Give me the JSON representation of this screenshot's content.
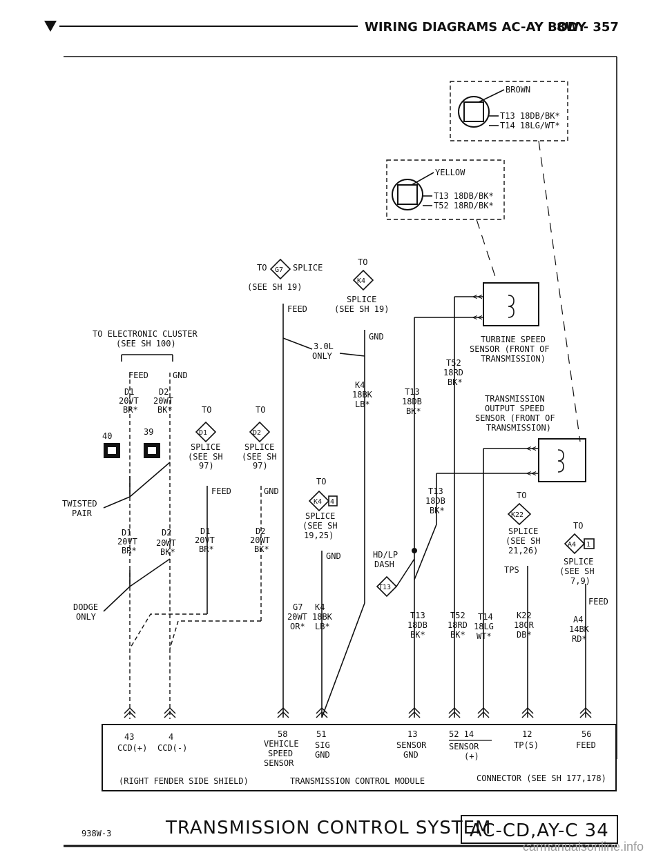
{
  "header": {
    "title": "WIRING DIAGRAMS AC-AY BODY",
    "page": "8W - 357"
  },
  "connectors": {
    "brown": {
      "color": "BROWN",
      "pin1": "T13 18DB/BK*",
      "pin2": "T14 18LG/WT*"
    },
    "yellow": {
      "color": "YELLOW",
      "pin1": "T13 18DB/BK*",
      "pin2": "T52 18RD/BK*"
    }
  },
  "splices": {
    "g7": {
      "to": "TO",
      "id": "G7",
      "word": "SPLICE",
      "ref": "(SEE SH 19)",
      "feed": "FEED"
    },
    "k4top": {
      "to": "TO",
      "id": "K4",
      "word": "SPLICE",
      "ref": "(SEE SH 19)",
      "gnd": "GND"
    },
    "d1": {
      "to": "TO",
      "id": "D1",
      "word": "SPLICE",
      "ref1": "(SEE SH",
      "ref2": "97)",
      "feed": "FEED"
    },
    "d2": {
      "to": "TO",
      "id": "D2",
      "word": "SPLICE",
      "ref1": "(SEE SH",
      "ref2": "97)",
      "gnd": "GND"
    },
    "k4mid": {
      "to": "TO",
      "id": "K4",
      "pin": "4",
      "word": "SPLICE",
      "ref1": "(SEE SH",
      "ref2": "19,25)",
      "gnd": "GND"
    },
    "k22": {
      "to": "TO",
      "id": "K22",
      "word": "SPLICE",
      "ref1": "(SEE SH",
      "ref2": "21,26)",
      "tps": "TPS"
    },
    "a4": {
      "to": "TO",
      "id": "A4",
      "pin": "1",
      "word": "SPLICE",
      "ref1": "(SEE SH",
      "ref2": "7,9)",
      "feed": "FEED"
    }
  },
  "cluster": {
    "to": "TO ELECTRONIC CLUSTER",
    "ref": "(SEE SH 100)",
    "feed": "FEED",
    "gnd": "GND",
    "d1": [
      "D1",
      "20VT",
      "BR*"
    ],
    "d2": [
      "D2",
      "20WT",
      "BK*"
    ],
    "pin40": "40",
    "pin39": "39",
    "twisted1": "TWISTED",
    "twisted2": "PAIR",
    "dodge1": "DODGE",
    "dodge2": "ONLY"
  },
  "wires": {
    "d1a": [
      "D1",
      "20VT",
      "BR*"
    ],
    "d2a": [
      "D2",
      "20WT",
      "BK*"
    ],
    "d1b": [
      "D1",
      "20VT",
      "BR*"
    ],
    "d2b": [
      "D2",
      "20WT",
      "BK*"
    ],
    "g7": [
      "G7",
      "20WT",
      "OR*"
    ],
    "k4a": [
      "K4",
      "18BK",
      "LB*"
    ],
    "k4b": [
      "K4",
      "18BK",
      "LB*"
    ],
    "t13a": [
      "T13",
      "18DB",
      "BK*"
    ],
    "t52a": [
      "T52",
      "18RD",
      "BK*"
    ],
    "t13b": [
      "T13",
      "18DB",
      "BK*"
    ],
    "t13c": [
      "T13",
      "18DB",
      "BK*"
    ],
    "t52b": [
      "T52",
      "18RD",
      "BK*"
    ],
    "t14": [
      "T14",
      "18LG",
      "WT*"
    ],
    "k22": [
      "K22",
      "18OR",
      "DB*"
    ],
    "a4": [
      "A4",
      "14BK",
      "RD*"
    ]
  },
  "options": {
    "v6_1": "3.0L",
    "v6_2": "ONLY",
    "hdlp1": "HD/LP",
    "hdlp2": "DASH",
    "t13": "T13"
  },
  "sensors": {
    "turbine": [
      "TURBINE SPEED",
      "SENSOR (FRONT OF",
      "TRANSMISSION)"
    ],
    "output": [
      "TRANSMISSION",
      "OUTPUT SPEED",
      "SENSOR (FRONT OF",
      "TRANSMISSION)"
    ]
  },
  "module": {
    "pins": [
      {
        "num": "43",
        "l1": "CCD(+)"
      },
      {
        "num": "4",
        "l1": "CCD(-)"
      },
      {
        "num": "58",
        "l1": "VEHICLE",
        "l2": "SPEED",
        "l3": "SENSOR"
      },
      {
        "num": "51",
        "l1": "SIG",
        "l2": "GND"
      },
      {
        "num": "13",
        "l1": "SENSOR",
        "l2": "GND"
      },
      {
        "num": "52  14",
        "l1": "SENSOR",
        "l2": "(+)"
      },
      {
        "num": "12",
        "l1": "TP(S)"
      },
      {
        "num": "56",
        "l1": "FEED"
      }
    ],
    "location": "(RIGHT FENDER SIDE SHIELD)",
    "name": "TRANSMISSION CONTROL MODULE",
    "connector": "CONNECTOR (SEE SH 177,178)"
  },
  "footer": {
    "code": "938W-3",
    "system": "TRANSMISSION CONTROL SYSTEM",
    "model": "AC-CD,AY-C 34"
  },
  "watermark": "carmanualsonline.info"
}
